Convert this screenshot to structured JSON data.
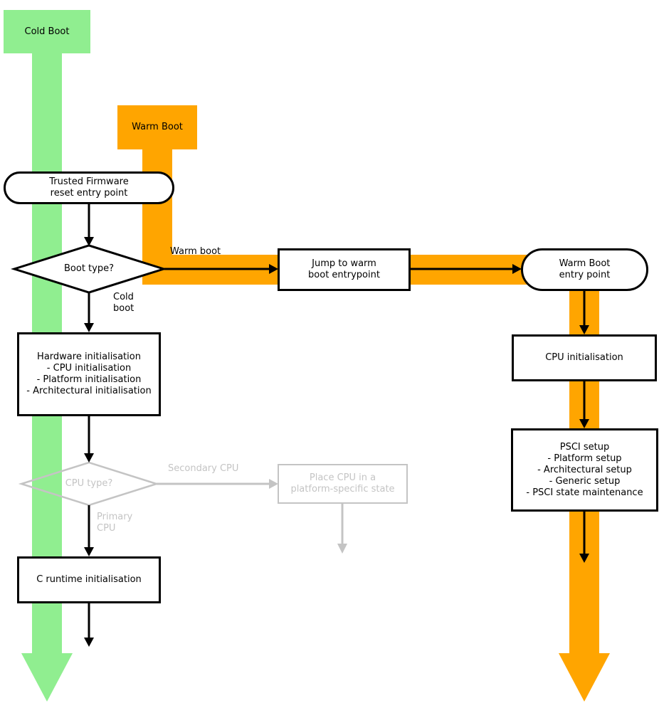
{
  "colors": {
    "green": "#90EE90",
    "orange": "#FFA500",
    "grey": "#C4C4C4"
  },
  "nodes": {
    "cold_boot": {
      "label": "Cold Boot"
    },
    "warm_boot": {
      "label": "Warm Boot"
    },
    "reset_entry": {
      "lines": [
        "Trusted Firmware",
        "reset entry point"
      ]
    },
    "boot_type": {
      "label": "Boot type?"
    },
    "jump_warm": {
      "lines": [
        "Jump to warm",
        "boot entrypoint"
      ]
    },
    "warm_entry": {
      "lines": [
        "Warm Boot",
        "entry point"
      ]
    },
    "hardware_init": {
      "lines": [
        "Hardware initialisation",
        "- CPU initialisation",
        "- Platform initialisation",
        "- Architectural initialisation"
      ]
    },
    "cpu_init": {
      "label": "CPU initialisation"
    },
    "psci_setup": {
      "lines": [
        "PSCI setup",
        "- Platform setup",
        "- Architectural setup",
        "- Generic setup",
        "- PSCI state maintenance"
      ]
    },
    "cpu_type": {
      "label": "CPU type?"
    },
    "place_cpu": {
      "lines": [
        "Place CPU in a",
        "platform-specific state"
      ]
    },
    "c_runtime": {
      "label": "C runtime initialisation"
    }
  },
  "edge_labels": {
    "warm_boot_edge": "Warm boot",
    "cold_boot_edge": [
      "Cold",
      "boot"
    ],
    "secondary_cpu": "Secondary CPU",
    "primary_cpu": [
      "Primary",
      "CPU"
    ]
  }
}
